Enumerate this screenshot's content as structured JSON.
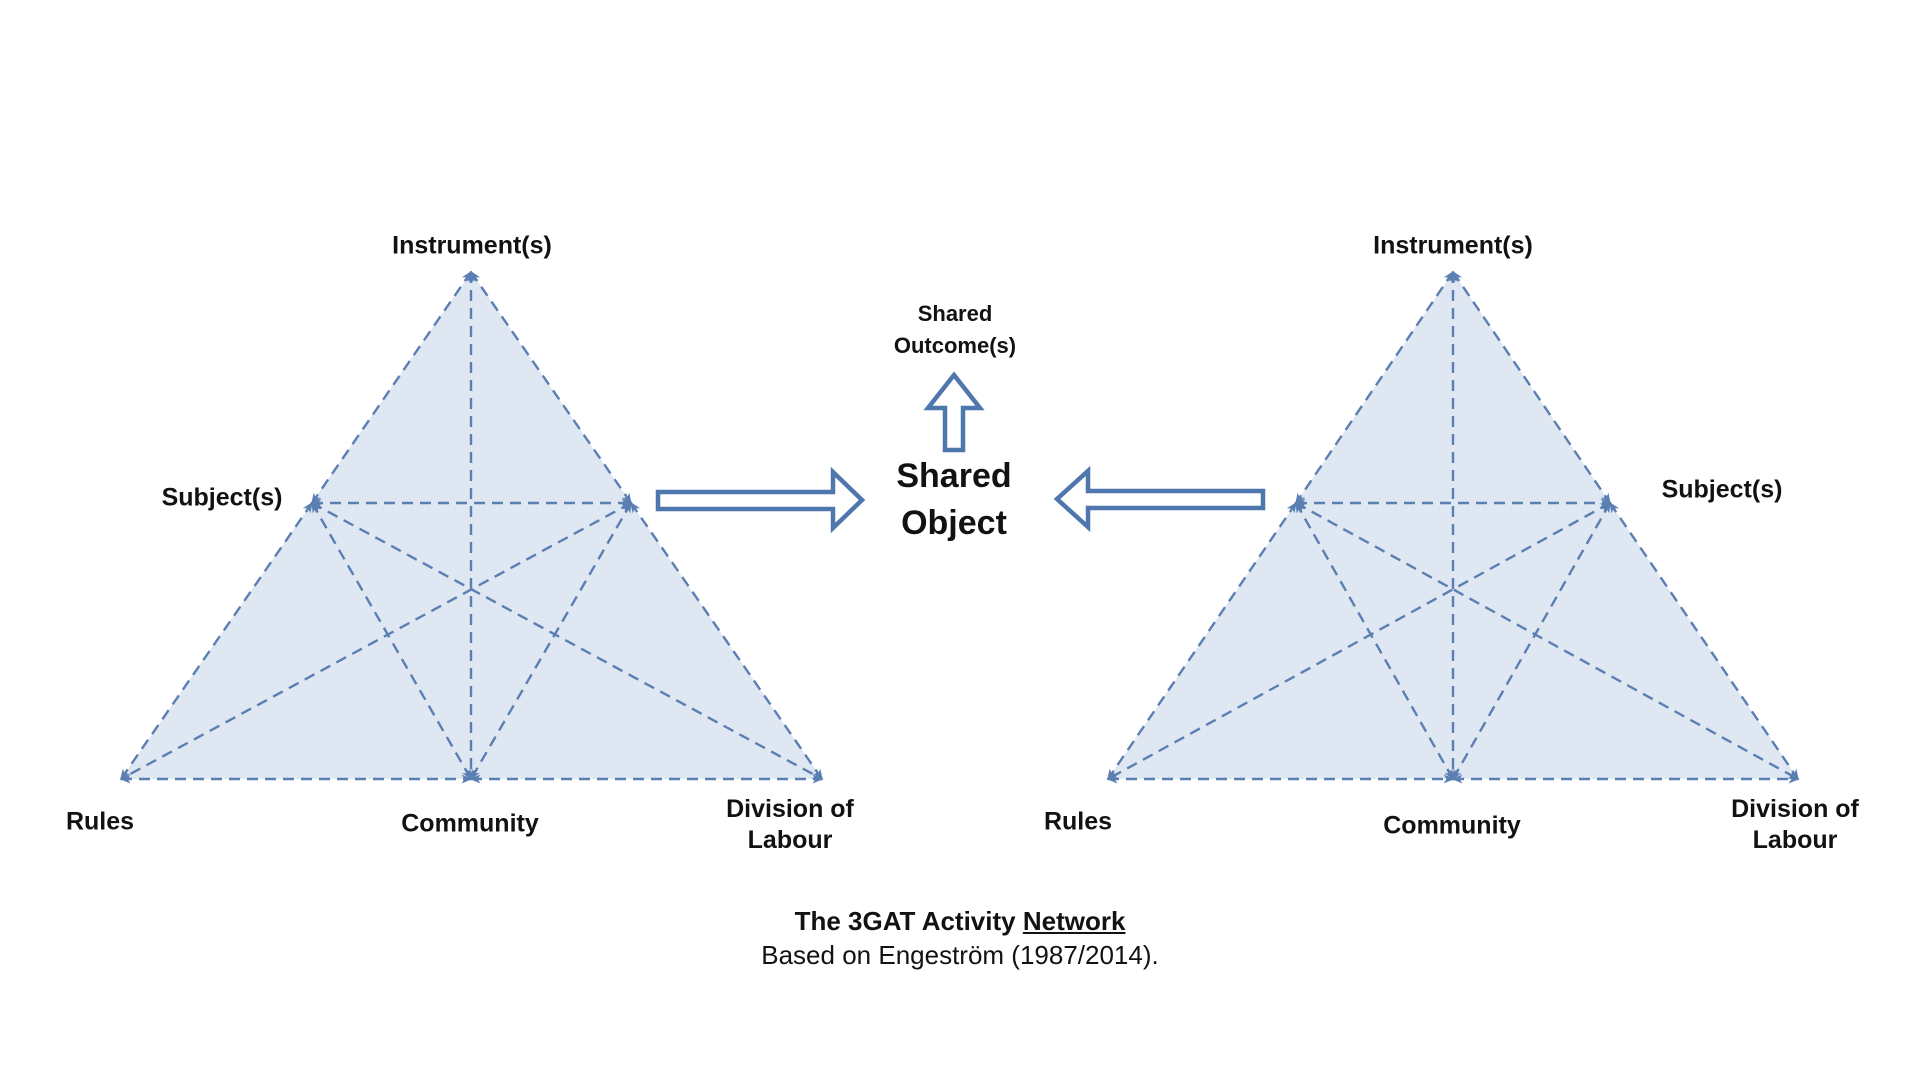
{
  "diagram": {
    "left_system": {
      "instruments": "Instrument(s)",
      "subjects": "Subject(s)",
      "rules": "Rules",
      "community": "Community",
      "division_of_labour": "Division of Labour"
    },
    "right_system": {
      "instruments": "Instrument(s)",
      "subjects": "Subject(s)",
      "rules": "Rules",
      "community": "Community",
      "division_of_labour": "Division of Labour"
    },
    "center": {
      "shared_outcome": "Shared Outcome(s)",
      "shared_object": "Shared Object"
    },
    "caption": {
      "title_prefix": "The 3GAT Activity",
      "title_underlined": "Network",
      "subtitle": "Based on Engeström (1987/2014)."
    },
    "colors": {
      "triangle_fill": "#dfe7f2",
      "dashed_line": "#5b7fb2",
      "block_arrow_outline": "#4d77ad",
      "text": "#121212"
    }
  }
}
